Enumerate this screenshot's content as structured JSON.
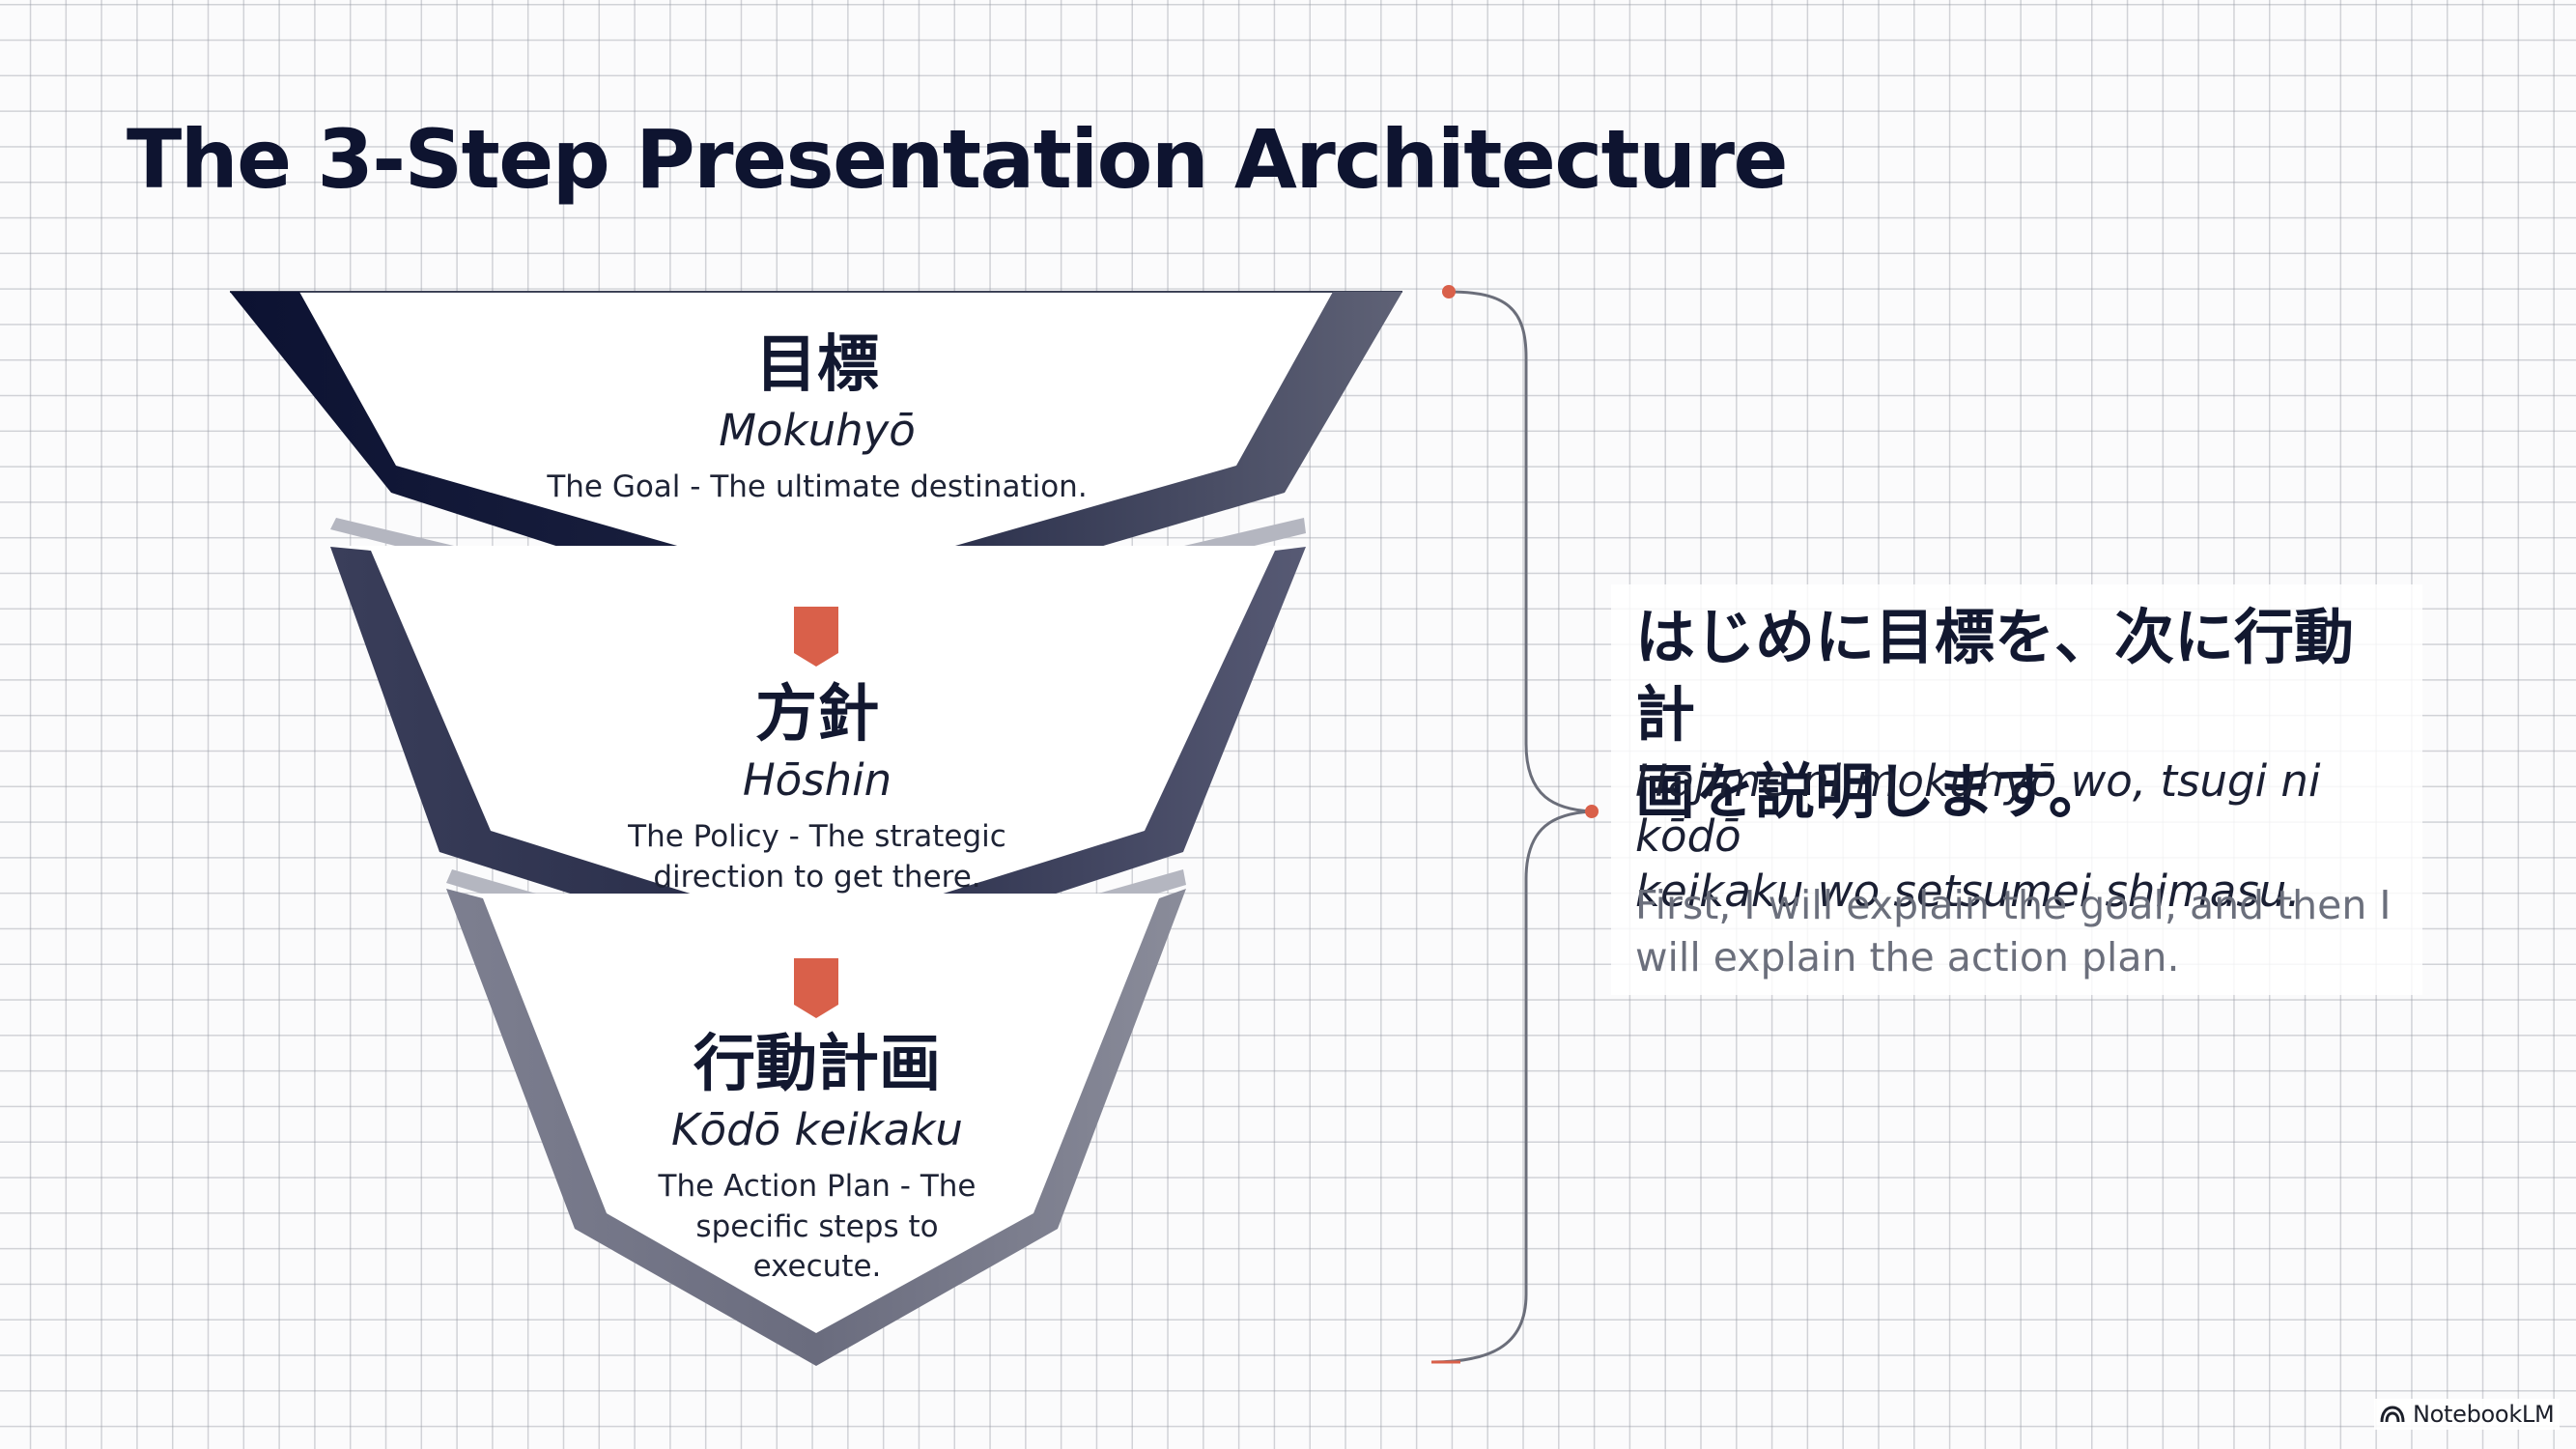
{
  "slide": {
    "title": "The 3-Step Presentation Architecture"
  },
  "steps": [
    {
      "kanji": "目標",
      "romaji": "Mokuhyō",
      "description": "The Goal - The ultimate destination."
    },
    {
      "kanji": "方針",
      "romaji": "Hōshin",
      "description_lines": [
        "The Policy - The strategic",
        "direction to get there."
      ]
    },
    {
      "kanji": "行動計画",
      "romaji": "Kōdō keikaku",
      "description_lines": [
        "The Action Plan - The",
        "specific steps to",
        "execute."
      ]
    }
  ],
  "summary": {
    "japanese_lines": [
      "はじめに目標を、次に行動計",
      "画を説明します。"
    ],
    "romaji_lines": [
      "Hajime ni mokuhyō wo, tsugi ni kōdō",
      "keikaku wo setsumei shimasu."
    ],
    "english_lines": [
      "First, I will explain the goal, and then I",
      "will explain the action plan."
    ]
  },
  "branding": {
    "label": "NotebookLM",
    "icon": "notebooklm-logo-icon"
  },
  "colors": {
    "navy": "#0f1535",
    "slate": "#4a4e6a",
    "gray": "#737586",
    "light_gray": "#b0b2bd",
    "accent": "#d9604a",
    "connector": "#6b6e7a"
  }
}
